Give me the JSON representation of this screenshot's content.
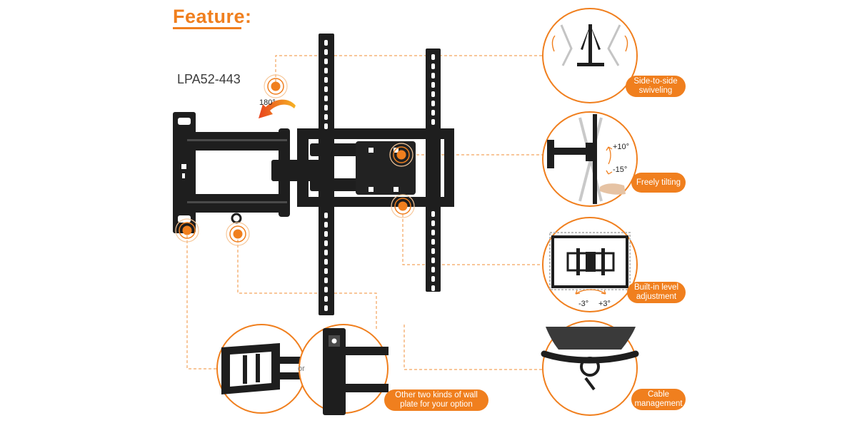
{
  "heading": "Feature:",
  "model": "LPA52-443",
  "rotation": {
    "label": "180°"
  },
  "callouts": {
    "swivel": {
      "line1": "Side-to-side",
      "line2": "swiveling"
    },
    "tilt": {
      "label": "Freely tilting",
      "up": "+10°",
      "down": "-15°"
    },
    "level": {
      "line1": "Built-in level",
      "line2": "adjustment",
      "minus": "-3°",
      "plus": "+3°"
    },
    "wallplate": {
      "line1": "Other two kinds of wall",
      "line2": "plate for your option",
      "or": "or"
    },
    "cable": {
      "line1": "Cable",
      "line2": "management"
    }
  },
  "colors": {
    "accent": "#f07f1e",
    "metal": "#1e1e1e",
    "guide": "#f3a35c"
  }
}
